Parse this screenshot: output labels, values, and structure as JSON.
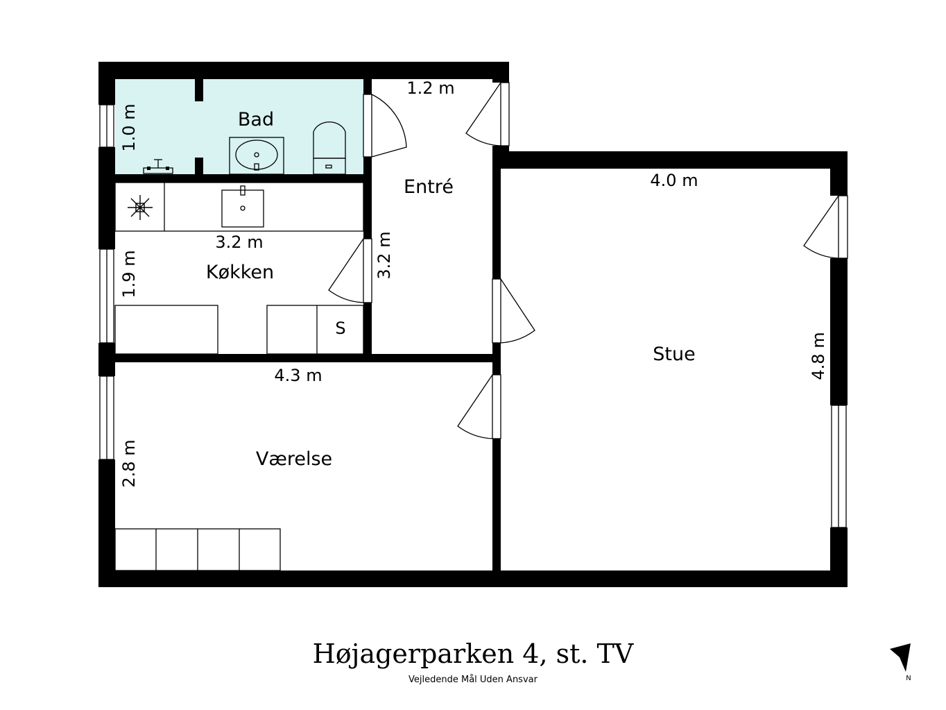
{
  "floorplan": {
    "rooms": {
      "bad": "Bad",
      "entre": "Entré",
      "kokken": "Køkken",
      "stue": "Stue",
      "vaerelse": "Værelse"
    },
    "fixtures": {
      "storage_label": "S"
    },
    "dimensions": {
      "bad_height": "1.0 m",
      "entre_width": "1.2 m",
      "entre_height": "3.2 m",
      "kokken_width": "3.2 m",
      "kokken_height": "1.9 m",
      "stue_width": "4.0 m",
      "stue_height": "4.8 m",
      "vaerelse_width": "4.3 m",
      "vaerelse_height": "2.8 m"
    },
    "colors": {
      "wall": "#000000",
      "bathroom_fill": "#d9f2f2",
      "background": "#ffffff"
    }
  },
  "footer": {
    "title": "Højagerparken 4, st. TV",
    "subtitle": "Vejledende Mål Uden Ansvar",
    "north_label": "N",
    "north_icon": "north-arrow-icon"
  }
}
